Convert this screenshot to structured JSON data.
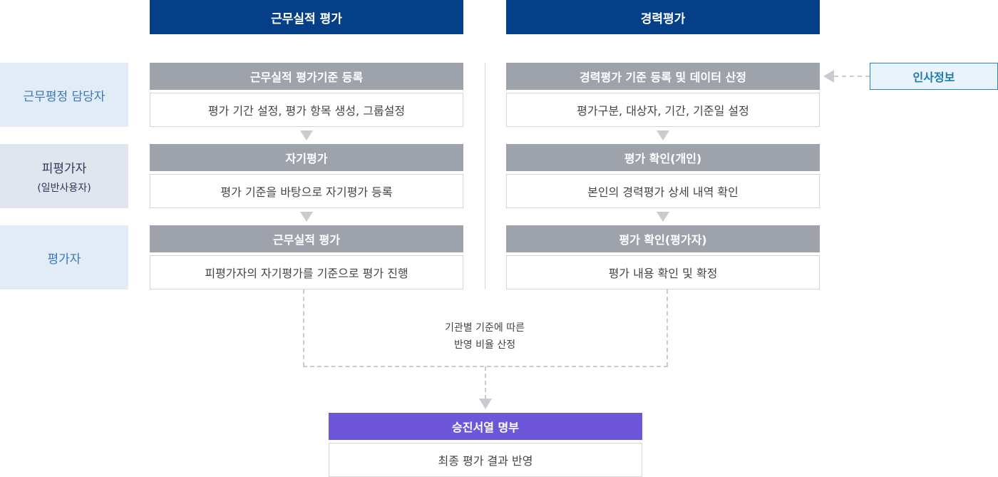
{
  "columns": {
    "left_header": "근무실적 평가",
    "right_header": "경력평가"
  },
  "roles": {
    "manager": "근무평정 담당자",
    "evaluatee": "피평가자",
    "evaluatee_sub": "(일반사용자)",
    "evaluator": "평가자"
  },
  "left_steps": [
    {
      "title": "근무실적 평가기준 등록",
      "desc": "평가 기간 설정, 평가 항목 생성, 그룹설정"
    },
    {
      "title": "자기평가",
      "desc": "평가 기준을 바탕으로 자기평가 등록"
    },
    {
      "title": "근무실적 평가",
      "desc": "피평가자의 자기평가를 기준으로 평가 진행"
    }
  ],
  "right_steps": [
    {
      "title": "경력평가 기준 등록 및 데이터 산정",
      "desc": "평가구분, 대상자, 기간, 기준일 설정"
    },
    {
      "title": "평가 확인(개인)",
      "desc": "본인의 경력평가 상세 내역 확인"
    },
    {
      "title": "평가 확인(평가자)",
      "desc": "평가 내용 확인 및 확정"
    }
  ],
  "hr_info": "인사정보",
  "ratio_note": {
    "line1": "기관별 기준에 따른",
    "line2": "반영 비율 산정"
  },
  "final": {
    "title": "승진서열 명부",
    "desc": "최종 평가 결과 반영"
  },
  "colors": {
    "header_navy": "#043f87",
    "step_gray": "#9ea3ab",
    "final_purple": "#6e56d8",
    "role_blue_bg": "#e1ecf7",
    "hr_blue": "#1d7ab3"
  }
}
